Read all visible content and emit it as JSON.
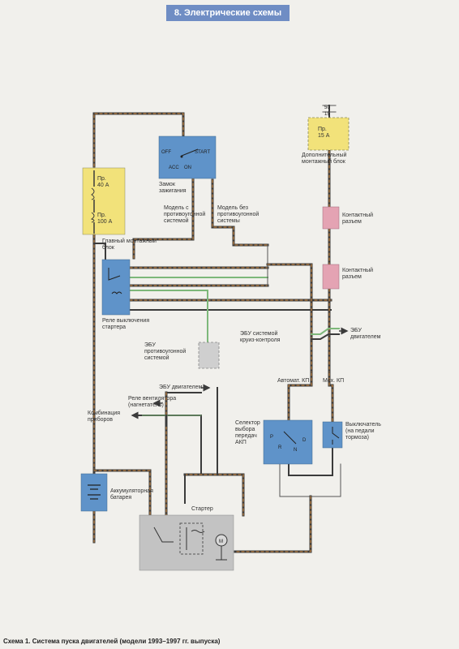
{
  "header": {
    "title": "8. Электрические схемы"
  },
  "fuse_main": {
    "fuse1": "Пр.\n40 А",
    "fuse2": "Пр.\n100 А",
    "label": "Главный монтажный\nблок"
  },
  "ignition": {
    "off": "OFF",
    "start": "START",
    "acc": "ACC",
    "on": "ON",
    "label": "Замок\nзажигания"
  },
  "fuse_aux": {
    "terminal_50": "50",
    "terminal_15": "15",
    "fuse": "Пр.\n15 А",
    "label": "Дополнительный\nмонтажный блок"
  },
  "connectors": {
    "connector1": "Контактный\nразъем",
    "connector2": "Контактный\nразъем"
  },
  "variants": {
    "with_antitheft": "Модель с\nпротивоугонной\nсистемой",
    "without_antitheft": "Модель без\nпротивоугонной\nсистемы"
  },
  "starter_relay": {
    "label": "Реле выключения\nстартера"
  },
  "ecu": {
    "antitheft": "ЭБУ\nпротивоугонной\nсистемой",
    "cruise": "ЭБУ системой\nкруиз-контроля",
    "engine_right": "ЭБУ\nдвигателем",
    "engine_mid": "ЭБУ двигателем"
  },
  "transmission": {
    "auto": "Автомат. КП",
    "manual": "Мех. КП"
  },
  "components": {
    "fan_relay": "Реле вентилятора\n(нагнетатель)",
    "instrument_cluster": "Комбинация\nприборов",
    "selector": "Селектор\nвыбора\nпередач\nАКП",
    "brake_switch": "Выключатель\n(на педали\nтормоза)",
    "battery": "Аккумуляторная\nбатарея",
    "starter": "Стартер"
  },
  "selector_positions": {
    "p": "P",
    "r": "R",
    "n": "N",
    "d": "D"
  },
  "motor_symbol": "M",
  "caption": "Схема 1. Система пуска двигателей (модели 1993–1997 гг. выпуска)",
  "colors": {
    "fuse_yellow": "#f2e27a",
    "ignition_blue": "#5f93c9",
    "connector_pink": "#e4a3b3",
    "component_blue": "#5f93c9",
    "starter_gray": "#c3c3c3",
    "ecu_gray": "#cfcfcf",
    "wire_dark": "#3b3b3b",
    "wire_stripe": "#d88c3d",
    "wire_green": "#7db87a",
    "header_blue": "#6f8dc4"
  }
}
